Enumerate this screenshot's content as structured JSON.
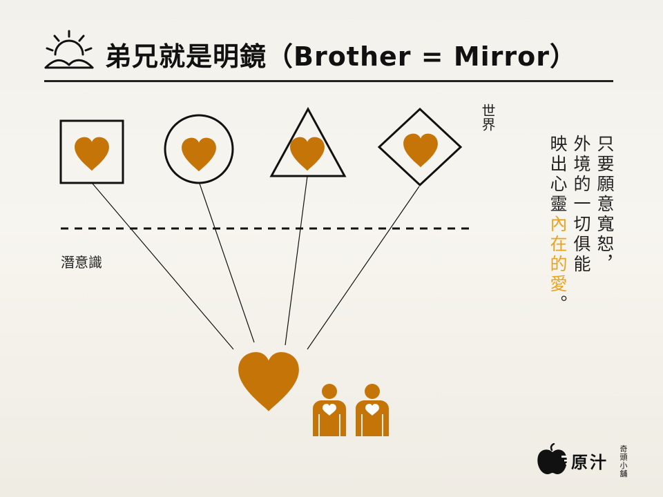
{
  "title": "弟兄就是明鏡（Brother = Mirror）",
  "labels": {
    "world": "世界",
    "subconscious": "潛意識"
  },
  "message": {
    "line1": "只要願意寬恕，",
    "line2": "外境的一切俱能",
    "line3_prefix": "映出心靈",
    "line3_highlight": "內在的愛",
    "line3_suffix": "。"
  },
  "logo": {
    "main": "原汁",
    "small1": "奇頭",
    "small2": "小舖"
  },
  "colors": {
    "heart": "#c57507",
    "accent": "#e9a321",
    "ink": "#111111",
    "background": "#f4f2ec"
  },
  "icons": {
    "sun": "sun-rising-icon",
    "heart": "heart-icon",
    "person": "person-with-heart-icon",
    "apple": "apple-logo-icon"
  }
}
